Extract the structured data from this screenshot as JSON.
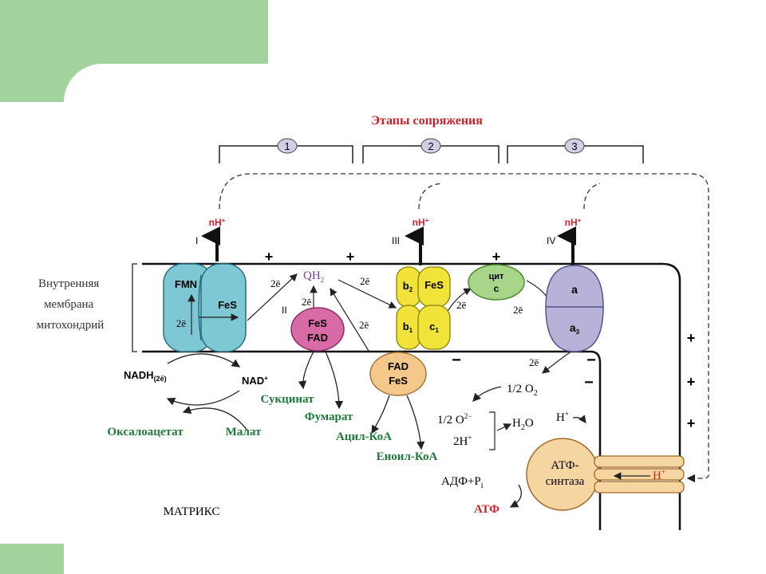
{
  "colors": {
    "accent_green": "#a3d39c",
    "red_label": "#c8212b",
    "green_label": "#1f7a3a",
    "purple_label": "#7a3d9a",
    "complex1": "#7ec8d6",
    "fes_fad_pink": "#d86aa6",
    "complex3": "#f2e33a",
    "cyt_c": "#a7d68a",
    "complex4": "#b7b2d8",
    "fad_fes_orange": "#f4c78a",
    "atp_synthase": "#f6d6a0"
  },
  "title": "Этапы сопряжения",
  "stages": [
    "1",
    "2",
    "3"
  ],
  "proton_label": "nH",
  "proton_sup": "+",
  "complex_numerals": [
    "I",
    "II",
    "III",
    "IV"
  ],
  "membrane_label": [
    "Внутренняя",
    "мембрана",
    "митохондрий"
  ],
  "charges": {
    "plus": "+",
    "minus": "−"
  },
  "complex1": {
    "fmn": "FMN",
    "fes": "FeS",
    "electrons": "2ē"
  },
  "q": {
    "label": "QH",
    "sub": "2"
  },
  "electrons": "2ē",
  "complex2": {
    "line1": "FeS",
    "line2": "FAD"
  },
  "complex3": {
    "b2": "b",
    "b2_sub": "2",
    "fes": "FeS",
    "b1": "b",
    "b1_sub": "1",
    "c1": "c",
    "c1_sub": "1"
  },
  "cyt_c": {
    "line1": "цит",
    "line2": "c"
  },
  "complex4": {
    "a": "a",
    "a3": "a",
    "a3_sub": "3"
  },
  "nadh": {
    "label": "NADH",
    "sub": "(2ē)"
  },
  "nad": {
    "label": "NAD",
    "sup": "+"
  },
  "fad_fes": {
    "line1": "FAD",
    "line2": "FeS"
  },
  "green_labels": {
    "succinate": "Сукцинат",
    "fumarate": "Фумарат",
    "oxaloacetate": "Оксалоацетат",
    "malate": "Малат",
    "acyl_coa": "Ацил-КоА",
    "enoyl_coa": "Еноил-КоА"
  },
  "oxygen": {
    "half_o2": "1/2 O",
    "half_o2_sub": "2",
    "half_o2_ion": "1/2 O",
    "ion_sup": "2−",
    "two_h": "2H",
    "two_h_sup": "+",
    "water": "H",
    "water_sub": "2",
    "water_o": "O"
  },
  "h_plus": {
    "label": "H",
    "sup": "+"
  },
  "atp_synthase": {
    "line1": "АТФ-",
    "line2": "синтаза"
  },
  "adp": {
    "label": "АДФ+P",
    "sub": "i"
  },
  "atp": "АТФ",
  "matrix": "МАТРИКС"
}
